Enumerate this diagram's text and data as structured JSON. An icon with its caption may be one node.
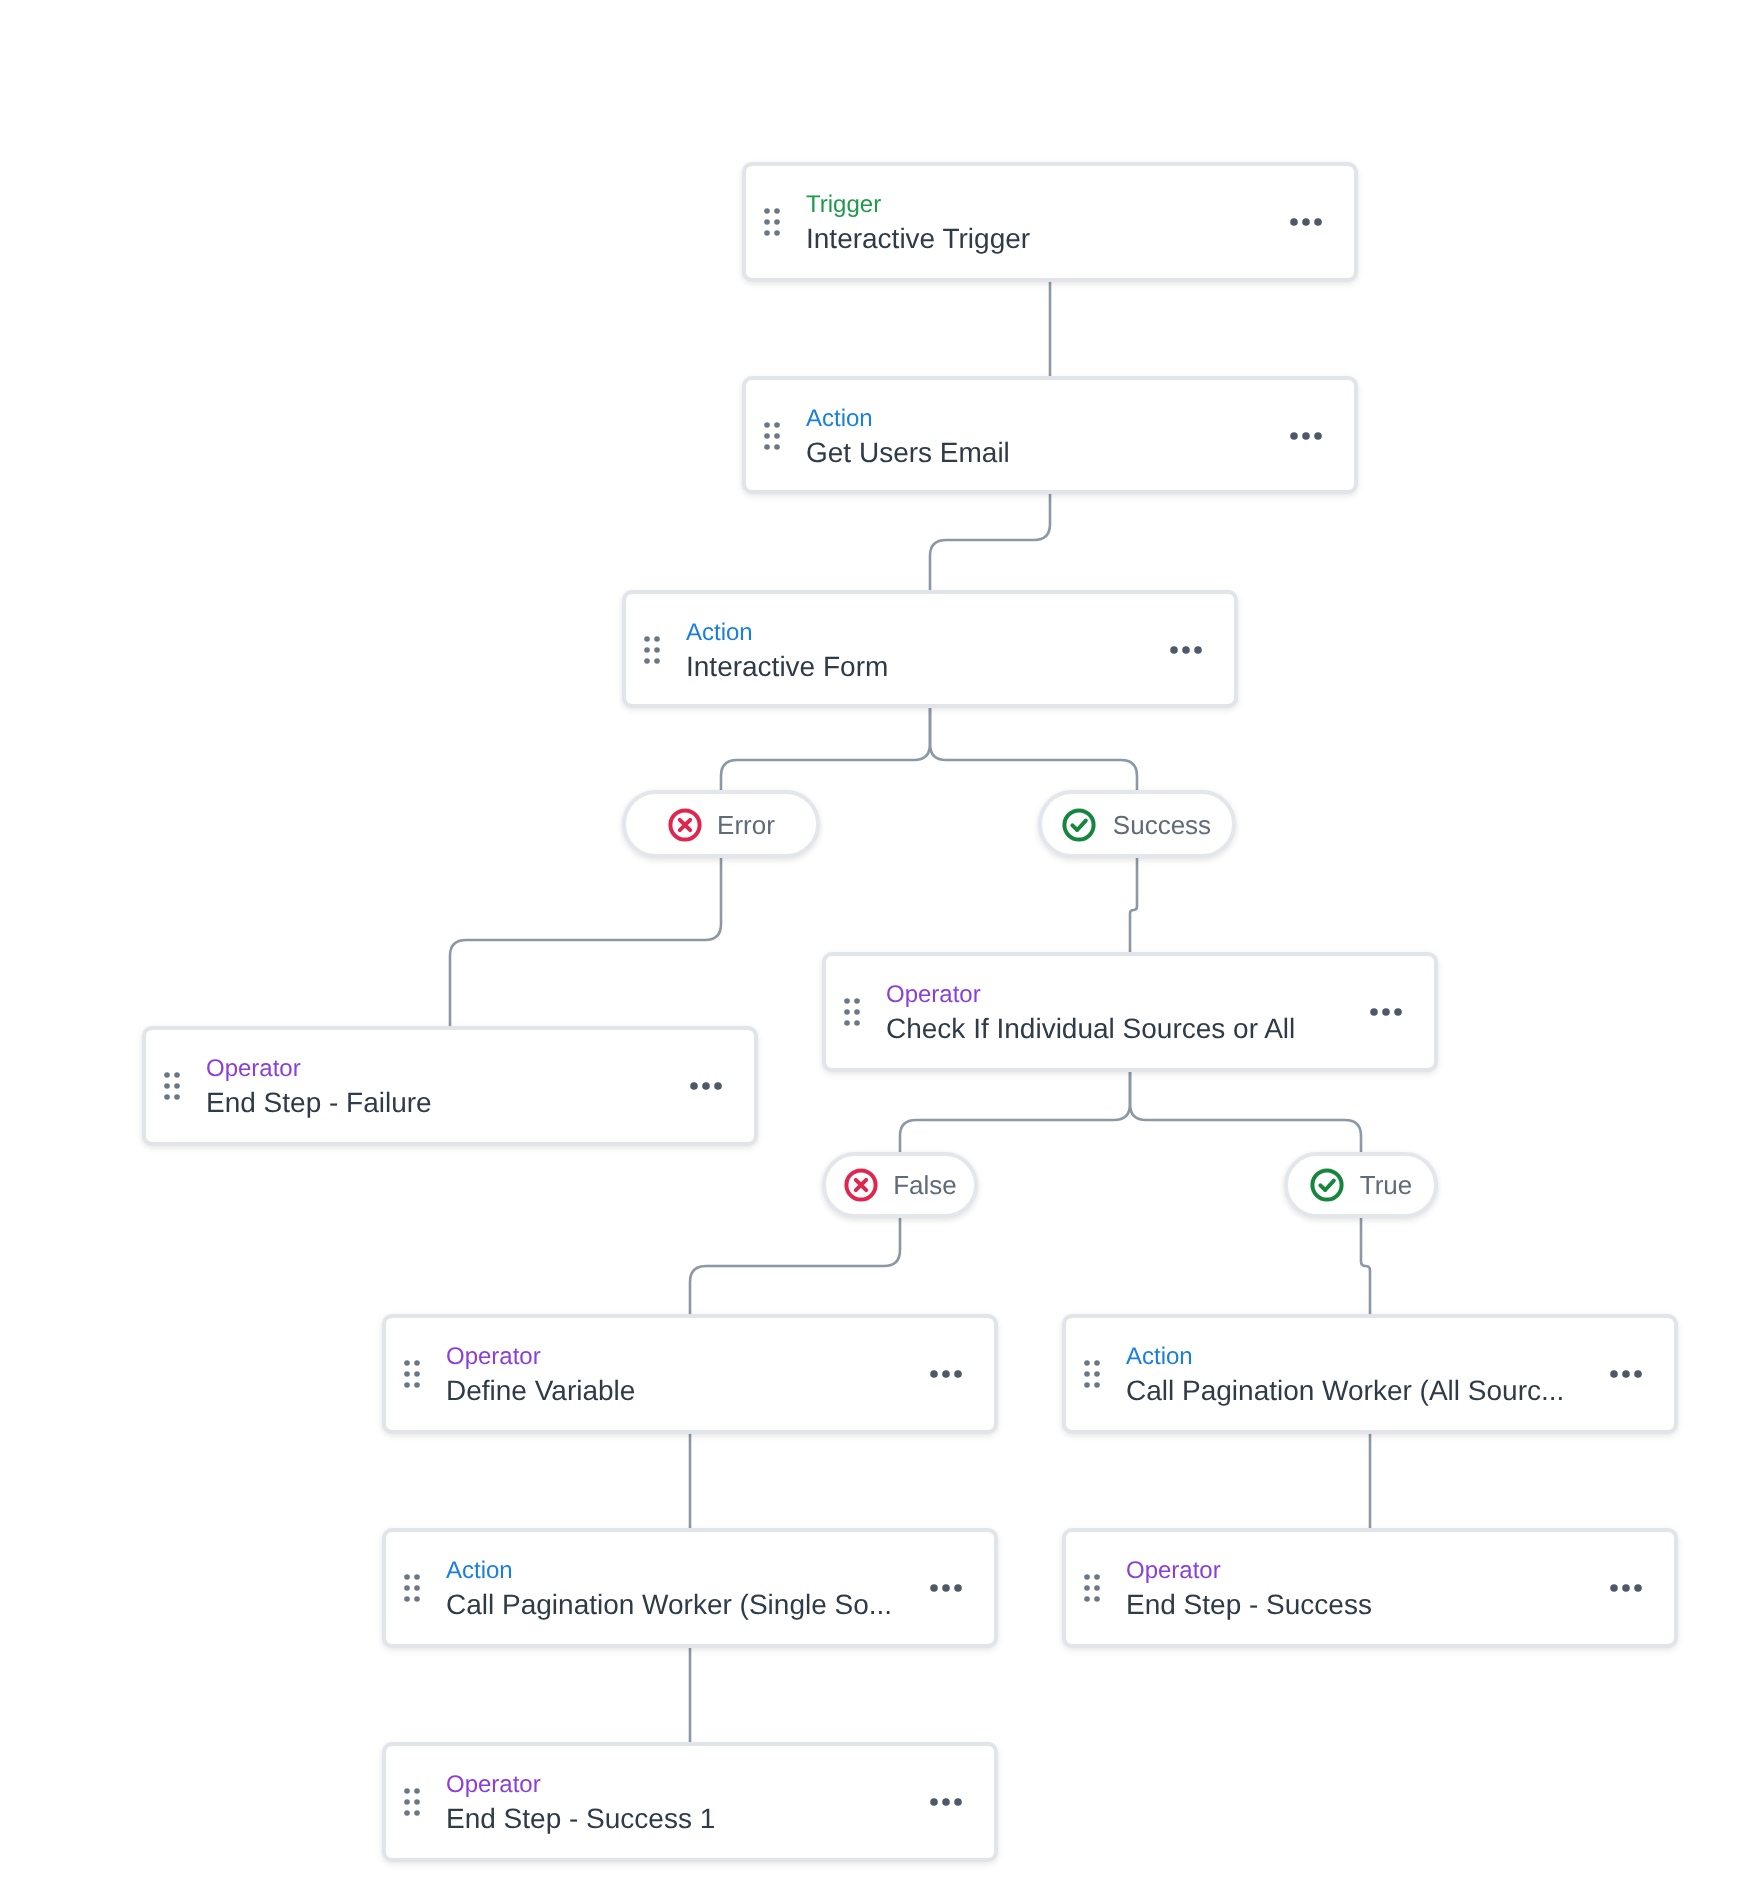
{
  "diagram": {
    "nodes": [
      {
        "text": [
          "Trigger",
          "Interactive Trigger"
        ]
      },
      {
        "text": [
          "Action",
          "Get Users Email"
        ]
      },
      {
        "text": [
          "Action",
          "Interactive Form"
        ]
      },
      {
        "text": [
          "Error"
        ]
      },
      {
        "text": [
          "Success"
        ]
      },
      {
        "text": [
          "Operator",
          "End Step - Failure"
        ]
      },
      {
        "text": [
          "Operator",
          "Check If Individual Sources or All"
        ]
      },
      {
        "text": [
          "False"
        ]
      },
      {
        "text": [
          "True"
        ]
      },
      {
        "text": [
          "Operator",
          "Define Variable"
        ]
      },
      {
        "text": [
          "Action",
          "Call Pagination Worker (All Sourc..."
        ]
      },
      {
        "text": [
          "Action",
          "Call Pagination Worker (Single So..."
        ]
      },
      {
        "text": [
          "Operator",
          "End Step - Success"
        ]
      },
      {
        "text": [
          "Operator",
          "End Step - Success 1"
        ]
      }
    ],
    "edges": [
      {
        "from": 0,
        "to": 1,
        "arrow": "none"
      },
      {
        "from": 1,
        "to": 2,
        "arrow": "none"
      },
      {
        "from": 2,
        "to": 3,
        "arrow": "none"
      },
      {
        "from": 2,
        "to": 4,
        "arrow": "none"
      },
      {
        "from": 3,
        "to": 5,
        "arrow": "none"
      },
      {
        "from": 4,
        "to": 6,
        "arrow": "none"
      },
      {
        "from": 6,
        "to": 7,
        "arrow": "none"
      },
      {
        "from": 6,
        "to": 8,
        "arrow": "none"
      },
      {
        "from": 7,
        "to": 9,
        "arrow": "none"
      },
      {
        "from": 8,
        "to": 10,
        "arrow": "none"
      },
      {
        "from": 9,
        "to": 11,
        "arrow": "none"
      },
      {
        "from": 10,
        "to": 12,
        "arrow": "none"
      },
      {
        "from": 11,
        "to": 13,
        "arrow": "none"
      }
    ]
  }
}
